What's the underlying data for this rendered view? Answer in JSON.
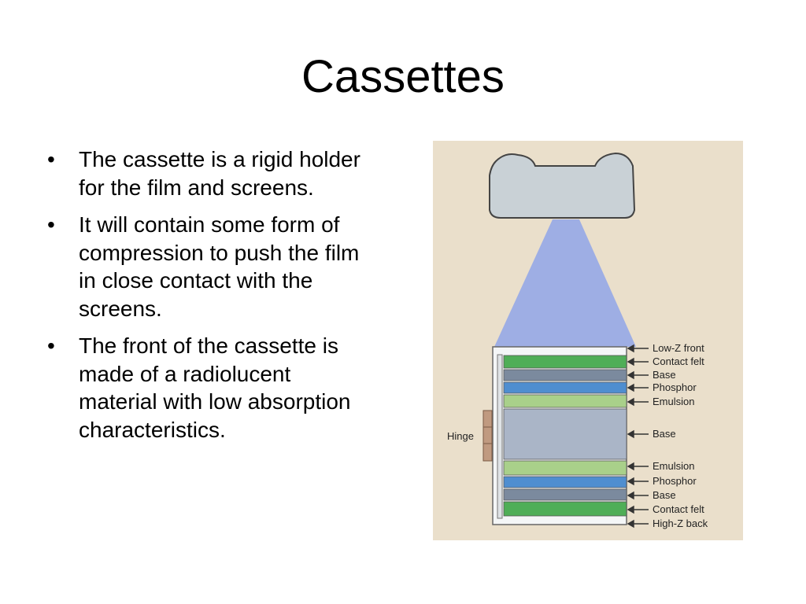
{
  "slide": {
    "title": "Cassettes",
    "bullet_char": "•",
    "bullets": [
      "The cassette is a rigid holder for the film and screens.",
      "It will contain some form of compression to push the film in close contact with the screens.",
      "The front of the cassette is made of a radiolucent material with low absorption characteristics."
    ]
  },
  "figure": {
    "hinge_label": "Hinge",
    "layer_labels": [
      "Low-Z front",
      "Contact felt",
      "Base",
      "Phosphor",
      "Emulsion",
      "Base",
      "Emulsion",
      "Phosphor",
      "Base",
      "Contact felt",
      "High-Z back"
    ],
    "colors": {
      "background": "#eadfcb",
      "tube": "#c9d1d6",
      "beam": "#9eaee4",
      "felt": "#4fae57",
      "base": "#7b8a9e",
      "phosphor": "#4f8ed0",
      "emulsion": "#a9d08a",
      "film_base": "#aab5c7",
      "frame": "#f4f6f7"
    }
  }
}
